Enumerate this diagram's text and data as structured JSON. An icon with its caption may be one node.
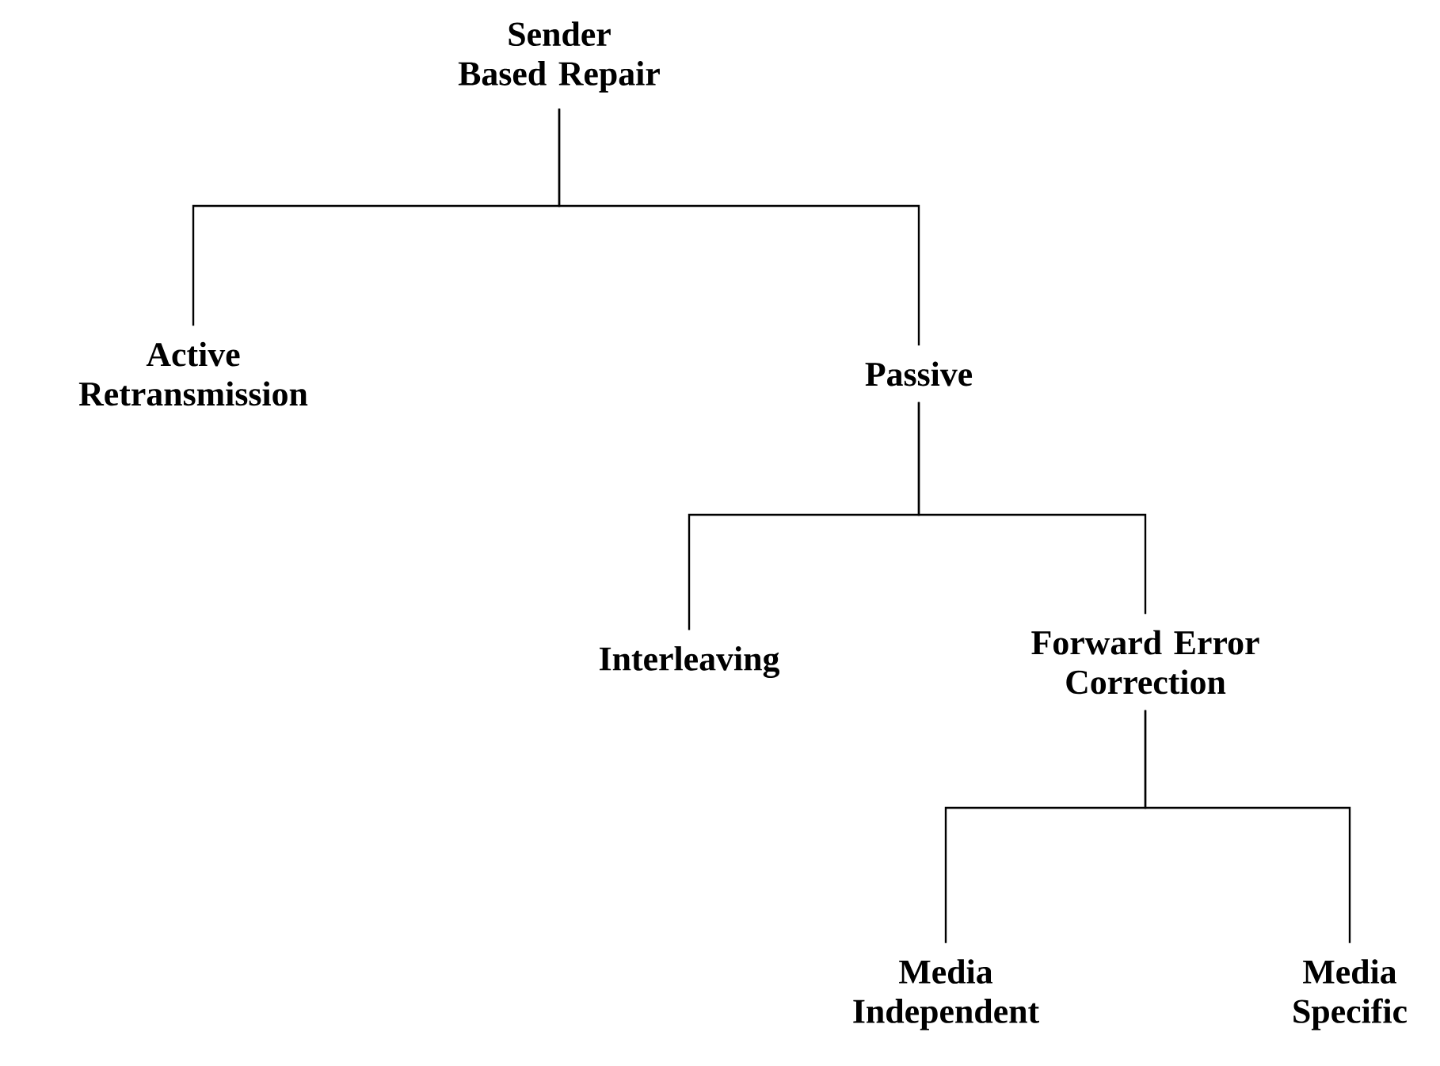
{
  "diagram": {
    "nodes": [
      {
        "text": [
          "Sender Based Repair"
        ]
      },
      {
        "text": [
          "Active Retransmission"
        ]
      },
      {
        "text": [
          "Passive"
        ]
      },
      {
        "text": [
          "Interleaving"
        ]
      },
      {
        "text": [
          "Forward Error Correction"
        ]
      },
      {
        "text": [
          "Media Independent"
        ]
      },
      {
        "text": [
          "Media Specific"
        ]
      }
    ],
    "edges": [
      {
        "from": 0,
        "to": 1,
        "arrow": "none"
      },
      {
        "from": 0,
        "to": 2,
        "arrow": "none"
      },
      {
        "from": 2,
        "to": 3,
        "arrow": "none"
      },
      {
        "from": 2,
        "to": 4,
        "arrow": "none"
      },
      {
        "from": 4,
        "to": 5,
        "arrow": "none"
      },
      {
        "from": 4,
        "to": 6,
        "arrow": "none"
      }
    ]
  }
}
